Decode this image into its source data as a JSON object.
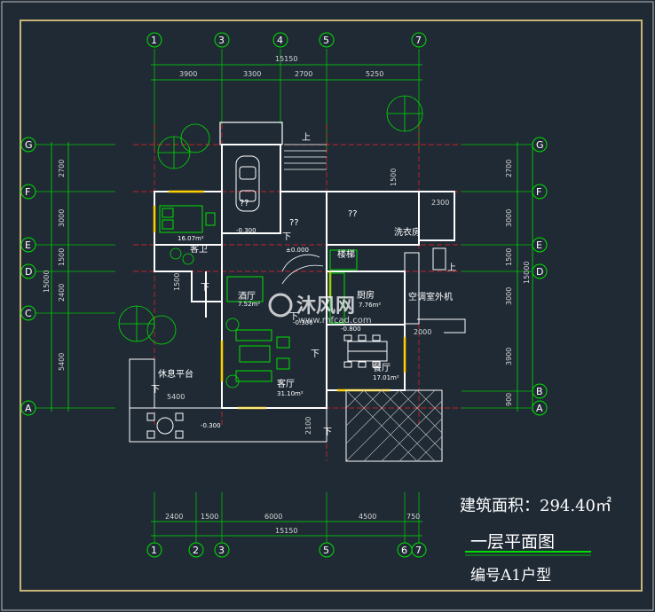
{
  "axes_top": [
    "1",
    "3",
    "4",
    "5",
    "7"
  ],
  "axes_bottom": [
    "1",
    "2",
    "3",
    "5",
    "6",
    "7"
  ],
  "axes_left": [
    "G",
    "F",
    "E",
    "D",
    "C",
    "A"
  ],
  "axes_right": [
    "G",
    "F",
    "E",
    "D",
    "B",
    "A"
  ],
  "dims": {
    "top_total": "15150",
    "top_segments": [
      "3900",
      "3300",
      "2700",
      "5250"
    ],
    "bottom_segments": [
      "2400",
      "1500",
      "6000",
      "4500",
      "750"
    ],
    "bottom_total": "15150",
    "left_total": "15000",
    "left_segments": [
      "2700",
      "3000",
      "1500",
      "2400",
      "5400"
    ],
    "right_total": "15000",
    "right_segments": [
      "2700",
      "3000",
      "1500",
      "3000",
      "3900",
      "900"
    ],
    "inner": [
      "1500",
      "2300",
      "2000",
      "5400",
      "2100",
      "1500"
    ]
  },
  "rooms": {
    "bedroom_area": "16.07m²",
    "bedroom_name": "客卫",
    "wine": "酒厅",
    "wine_area": "7.52m²",
    "living": "客厅",
    "living_area": "31.10m²",
    "dining": "餐厅",
    "dining_area": "17.01m²",
    "kitchen": "厨房",
    "kitchen_area": "7.76m²",
    "laundry": "洗衣房",
    "stair": "楼梯",
    "leisure": "休息平台",
    "ac_unit": "空调室外机",
    "garage": "??",
    "qq1": "??",
    "qq2": "??",
    "up": "上",
    "down": "下",
    "elev_garage": "-0.300",
    "elev_zero": "±0.000",
    "elev_patio": "-0.300",
    "elev_dining": "-0.800",
    "elev_living": "-0.300"
  },
  "info": {
    "area_label": "建筑面积：294.40㎡",
    "plan_title": "一层平面图",
    "plan_code": "编号A1户型"
  },
  "watermark": {
    "brand": "沐风网",
    "url": "www.mfcad.com"
  },
  "colors": {
    "background": "#1f2a35",
    "wall": "#ffffff",
    "dimension": "#00e000",
    "axis_red": "#ff2020",
    "window": "#ffd000",
    "plant": "#00d000",
    "frame": "#c9b477"
  }
}
